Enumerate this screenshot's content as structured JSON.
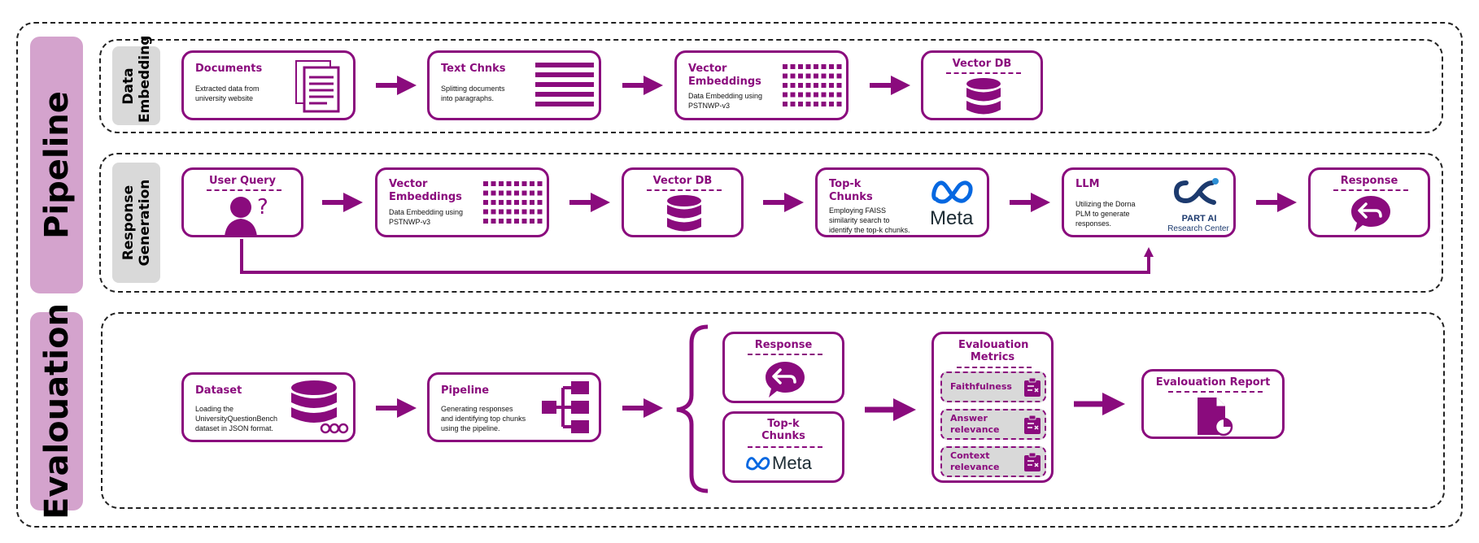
{
  "sections": {
    "pipeline": "Pipeline",
    "evaluation": "Evalouation"
  },
  "groups": {
    "data_embedding": "Data Embedding",
    "response_generation": "Response Generation"
  },
  "data_embedding": {
    "documents": {
      "title": "Documents",
      "desc": "Extracted data from university website"
    },
    "text_chunks": {
      "title": "Text Chnks",
      "desc": "Splitting documents into paragraphs."
    },
    "vector_embeddings": {
      "title": "Vector Embeddings",
      "desc": "Data Embedding using PSTNWP-v3"
    },
    "vector_db": {
      "title": "Vector DB"
    }
  },
  "response_generation": {
    "user_query": {
      "title": "User Query"
    },
    "vector_embeddings": {
      "title": "Vector Embeddings",
      "desc": "Data Embedding using PSTNWP-v3"
    },
    "vector_db": {
      "title": "Vector DB"
    },
    "topk": {
      "title": "Top-k Chunks",
      "desc": "Employing FAISS similarity search to identify the top-k chunks.",
      "logo": "Meta"
    },
    "llm": {
      "title": "LLM",
      "desc": "Utilizing the Dorna PLM to generate responses.",
      "logo_line1": "PART AI",
      "logo_line2": "Research Center"
    },
    "response": {
      "title": "Response"
    }
  },
  "evaluation": {
    "dataset": {
      "title": "Dataset",
      "desc": "Loading the UniversityQuestionBench dataset in JSON format."
    },
    "pipeline": {
      "title": "Pipeline",
      "desc": "Generating responses and identifying top chunks using the pipeline."
    },
    "response": {
      "title": "Response"
    },
    "topk": {
      "title": "Top-k Chunks",
      "logo": "Meta"
    },
    "metrics": {
      "title": "Evalouation Metrics",
      "items": [
        "Faithfulness",
        "Answer relevance",
        "Context relevance"
      ]
    },
    "report": {
      "title": "Evalouation Report"
    }
  },
  "colors": {
    "accent": "#8a0b7d",
    "section_bg": "#d4a3cd",
    "group_bg": "#d9d9d9",
    "meta_blue": "#0668e1"
  }
}
